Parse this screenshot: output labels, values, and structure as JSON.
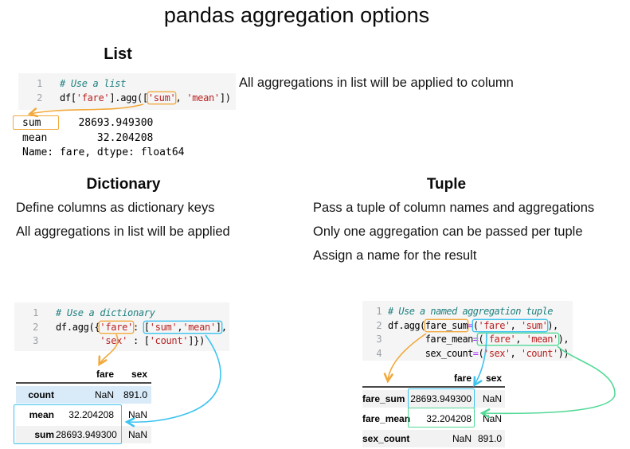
{
  "title": "pandas aggregation options",
  "palette": {
    "orange": "#f2a93c",
    "cyan": "#3cc3f0",
    "green": "#52d996",
    "code_background": "#f5f5f5",
    "comment": "#208080",
    "string": "#ba2121",
    "operator": "#aa22ff",
    "row_highlight_blue": "#d9eaf8",
    "row_stripe_gray": "#f2f2f2"
  },
  "list": {
    "heading": "List",
    "note": "All aggregations in list will be applied to column",
    "code": {
      "line_numbers": [
        "1",
        "2"
      ],
      "line1_comment": "# Use a list",
      "line2": {
        "t0": "df[",
        "t1": "'fare'",
        "t2": "].agg([",
        "t3": "'sum'",
        "t4": ", ",
        "t5": "'mean'",
        "t6": "])"
      }
    },
    "output": {
      "line1": "sum      28693.949300",
      "line2": "mean        32.204208",
      "line3": "Name: fare, dtype: float64"
    }
  },
  "dictionary": {
    "heading": "Dictionary",
    "bullets": [
      "Define columns as dictionary keys",
      "All aggregations in list will be applied"
    ],
    "code": {
      "line_numbers": [
        "1",
        "2",
        "3"
      ],
      "line1_comment": "# Use a dictionary",
      "line2": {
        "t0": "df.agg({",
        "t1": "'fare'",
        "t2": ": ",
        "b0": "[",
        "b1": "'sum'",
        "b2": ",",
        "b3": "'mean'",
        "b4": "]",
        "t3": ","
      },
      "line3": {
        "t0": "        ",
        "t1": "'sex'",
        "t2": " : [",
        "t3": "'count'",
        "t4": "]})"
      }
    },
    "table": {
      "columns": [
        "fare",
        "sex"
      ],
      "rows": [
        {
          "index": "count",
          "fare": "NaN",
          "sex": "891.0"
        },
        {
          "index": "mean",
          "fare": "32.204208",
          "sex": "NaN"
        },
        {
          "index": "sum",
          "fare": "28693.949300",
          "sex": "NaN"
        }
      ]
    }
  },
  "tuple": {
    "heading": "Tuple",
    "bullets": [
      "Pass a tuple of column names and aggregations",
      "Only one aggregation can be passed per tuple",
      "Assign a name for the result"
    ],
    "code": {
      "line_numbers": [
        "1",
        "2",
        "3",
        "4"
      ],
      "line1_comment": "# Use a named aggregation tuple",
      "line2": {
        "t0": "df.agg(",
        "name": "fare_sum",
        "eq": "=",
        "b0": "(",
        "b1": "'fare'",
        "b2": ", ",
        "b3": "'sum'",
        "t1": "),"
      },
      "line3": {
        "t0": "       fare_mean",
        "eq": "=",
        "b0": "(",
        "b1": "'fare'",
        "b2": ", ",
        "b3": "'mean'",
        "t1": "),"
      },
      "line4": {
        "t0": "       sex_count",
        "eq": "=",
        "t1": "(",
        "t2": "'sex'",
        "t3": ", ",
        "t4": "'count'",
        "t5": "))"
      }
    },
    "table": {
      "columns": [
        "fare",
        "sex"
      ],
      "rows": [
        {
          "index": "fare_sum",
          "fare": "28693.949300",
          "sex": "NaN"
        },
        {
          "index": "fare_mean",
          "fare": "32.204208",
          "sex": "NaN"
        },
        {
          "index": "sex_count",
          "fare": "NaN",
          "sex": "891.0"
        }
      ]
    }
  }
}
